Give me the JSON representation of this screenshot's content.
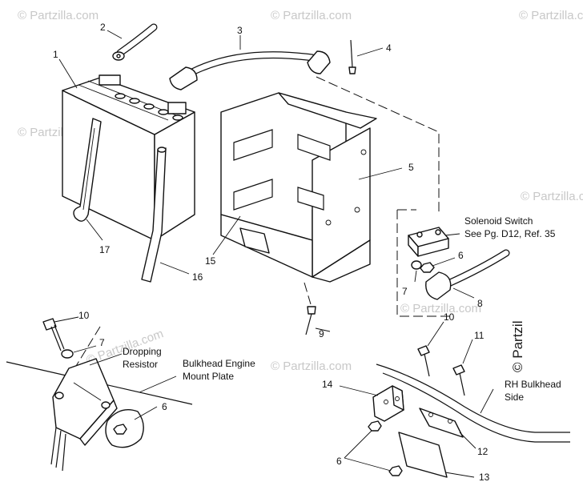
{
  "watermarks": [
    "© Partzilla.com",
    "© Partzilla.com",
    "© Partzilla.com",
    "© Partzilla.com",
    "© Partzilla.com",
    "© Partzilla.com",
    "© Partzilla.com",
    "© Partzilla.com"
  ],
  "watermark_big": "© Partzil",
  "callouts": {
    "n1": "1",
    "n2": "2",
    "n3": "3",
    "n4": "4",
    "n5": "5",
    "n6a": "6",
    "n6b": "6",
    "n6c": "6",
    "n7a": "7",
    "n7b": "7",
    "n8": "8",
    "n9": "9",
    "n10a": "10",
    "n10b": "10",
    "n11": "11",
    "n12": "12",
    "n13": "13",
    "n14": "14",
    "n15": "15",
    "n16": "16",
    "n17": "17"
  },
  "labels": {
    "solenoid_line1": "Solenoid Switch",
    "solenoid_line2": "See Pg. D12, Ref. 35",
    "dropping_line1": "Dropping",
    "dropping_line2": "Resistor",
    "bulkhead_line1": "Bulkhead Engine",
    "bulkhead_line2": "Mount Plate",
    "rh_line1": "RH Bulkhead",
    "rh_line2": "Side"
  }
}
